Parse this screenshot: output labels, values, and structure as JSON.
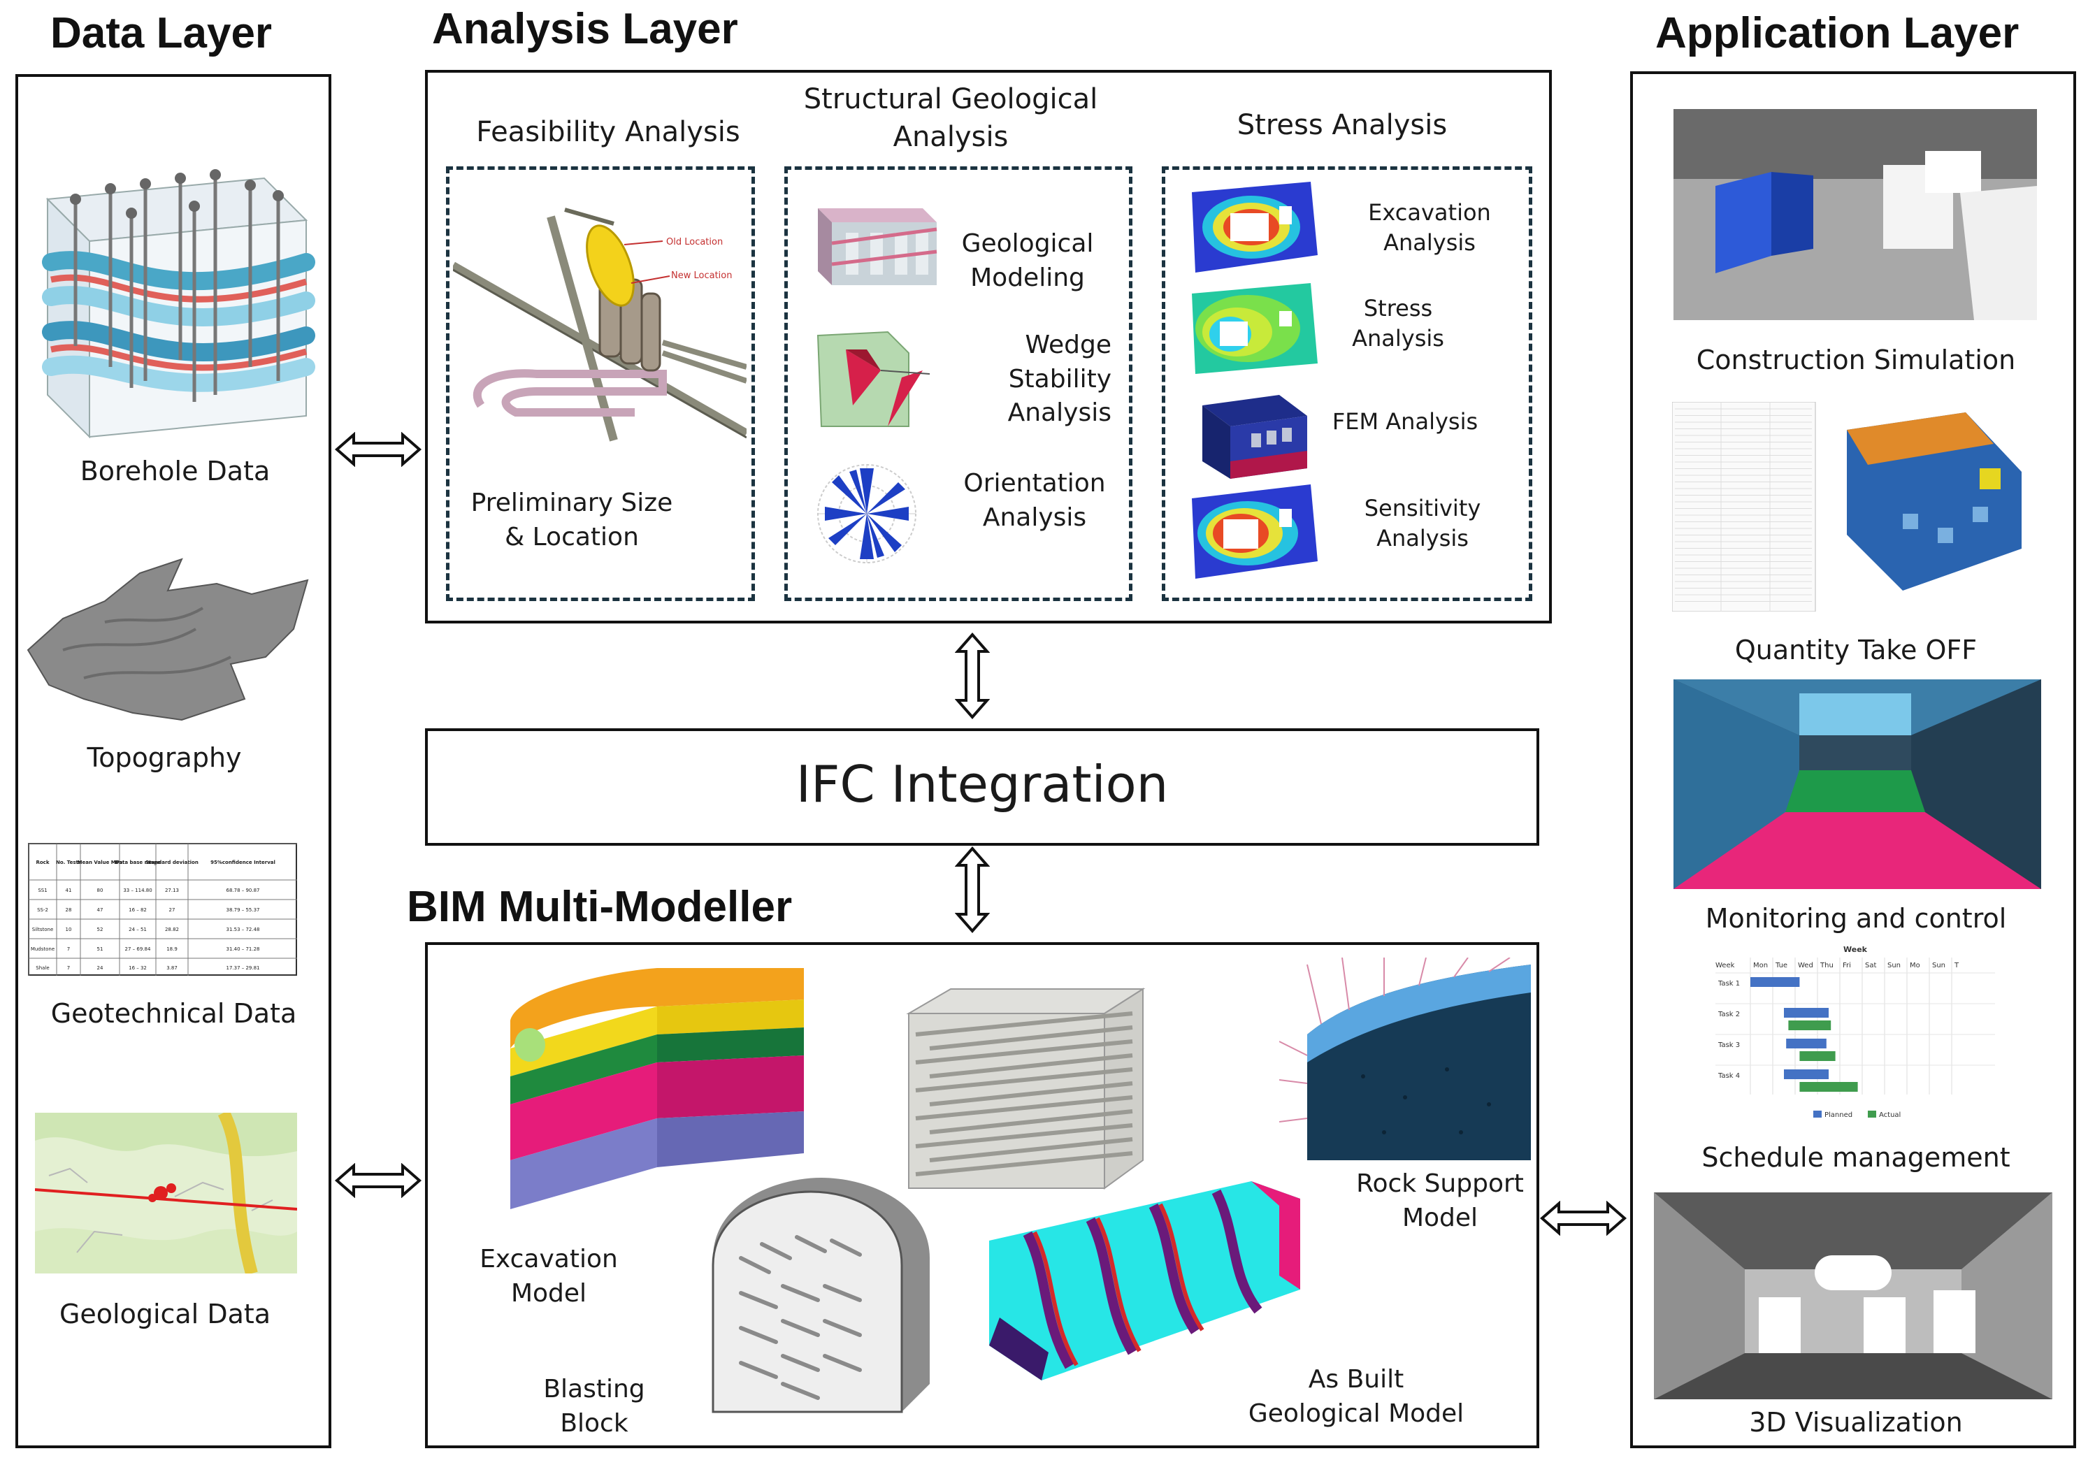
{
  "data_layer": {
    "title": "Data Layer",
    "items": [
      {
        "caption": "Borehole Data"
      },
      {
        "caption": "Topography"
      },
      {
        "caption": "Geotechnical Data"
      },
      {
        "caption": "Geological Data"
      }
    ]
  },
  "analysis_layer": {
    "title": "Analysis Layer",
    "feasibility": {
      "heading": "Feasibility Analysis",
      "old_location": "Old Location",
      "new_location": "New Location",
      "caption": "Preliminary Size\n& Location"
    },
    "structural": {
      "heading": "Structural Geological\nAnalysis",
      "items": [
        {
          "caption": "Geological\nModeling"
        },
        {
          "caption": "Wedge\nStability\nAnalysis"
        },
        {
          "caption": "Orientation\nAnalysis"
        }
      ]
    },
    "stress": {
      "heading": "Stress Analysis",
      "items": [
        {
          "caption": "Excavation\nAnalysis"
        },
        {
          "caption": "Stress\nAnalysis"
        },
        {
          "caption": "FEM Analysis"
        },
        {
          "caption": "Sensitivity\nAnalysis"
        }
      ]
    }
  },
  "ifc": {
    "label": "IFC Integration"
  },
  "bim": {
    "title": "BIM Multi-Modeller",
    "models": [
      {
        "caption": "Excavation\nModel"
      },
      {
        "caption": "Blasting\nBlock"
      },
      {
        "caption": "As Built\nGeological Model"
      },
      {
        "caption": "Rock Support\nModel"
      }
    ]
  },
  "application_layer": {
    "title": "Application Layer",
    "items": [
      {
        "caption": "Construction Simulation"
      },
      {
        "caption": "Quantity Take OFF"
      },
      {
        "caption": "Monitoring and control"
      },
      {
        "caption": "Schedule management"
      },
      {
        "caption": "3D Visualization"
      }
    ]
  },
  "geotech_table": {
    "headers": [
      "Rock",
      "No. Tests",
      "Mean Value MPa",
      "Data base range",
      "Standard deviation",
      "95%confidence Interval"
    ],
    "rows": [
      [
        "SS1",
        "41",
        "80",
        "33 – 114.80",
        "27.13",
        "68.78 – 90.87"
      ],
      [
        "SS-2",
        "28",
        "47",
        "16 – 82",
        "27",
        "38.79 – 55.37"
      ],
      [
        "Siltstone",
        "10",
        "52",
        "24 – 51",
        "28.82",
        "31.53 – 72.48"
      ],
      [
        "Mudstone",
        "7",
        "51",
        "27 – 69.84",
        "18.9",
        "31.40 – 71.28"
      ],
      [
        "Shale",
        "7",
        "24",
        "16 – 32",
        "3.87",
        "17.37 – 29.81"
      ]
    ]
  },
  "gantt": {
    "header": "Week",
    "columns": [
      "Week",
      "Mon",
      "Tue",
      "Wed",
      "Thu",
      "Fri",
      "Sat",
      "Sun",
      "Mo",
      "Sun",
      "T"
    ],
    "tasks": [
      "Task 1",
      "Task 2",
      "Task 3",
      "Task 4"
    ],
    "legend": [
      "Planned",
      "Actual"
    ],
    "colors": {
      "planned": "#4472c4",
      "actual": "#3f9c4e"
    }
  },
  "colors": {
    "dashed_border": "#1b3340",
    "frame": "#111111"
  }
}
